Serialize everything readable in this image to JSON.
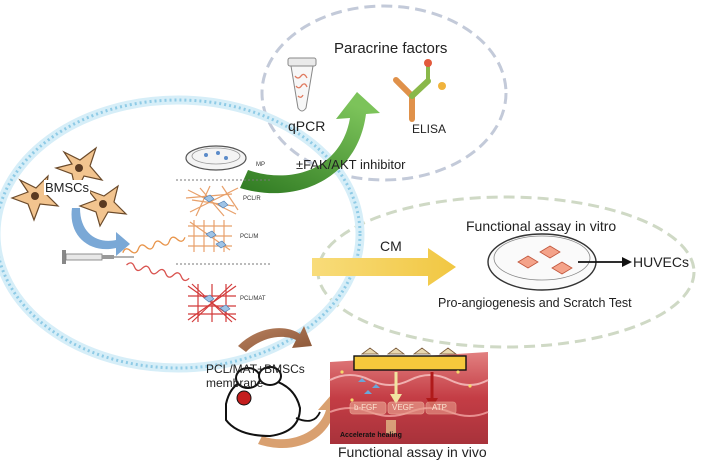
{
  "labels": {
    "paracrine_title": "Paracrine factors",
    "qpcr": "qPCR",
    "elisa": "ELISA",
    "inhibitor": "±FAK/AKT inhibitor",
    "bmscs": "BMSCs",
    "mp": "MP",
    "pcl_r": "PCL/R",
    "pcl_m": "PCL/M",
    "pcl_mat": "PCL/MAT",
    "cm": "CM",
    "invitro_title": "Functional assay in vitro",
    "huvecs": "HUVECs",
    "invitro_sub": "Pro-angiogenesis and Scratch Test",
    "invivo_label_line1": "PCL/MAT+BMSCs",
    "invivo_label_line2": "membrane",
    "bfgf": "b-FGF",
    "vegf": "VEGF",
    "atp": "ATP",
    "accelerate": "Accelerate healing",
    "invivo_title": "Functional assay in vivo"
  },
  "colors": {
    "blue_ellipse": "#9fd3ec",
    "gray_ellipse": "#b8c2d6",
    "green_ellipse": "#c9d6bf",
    "green_arrow": "#4e9a37",
    "yellow_arrow": "#f5d35c",
    "brown_arrow": "#a9704a",
    "cell": "#f2c48f",
    "tissue": "#c43d45"
  }
}
